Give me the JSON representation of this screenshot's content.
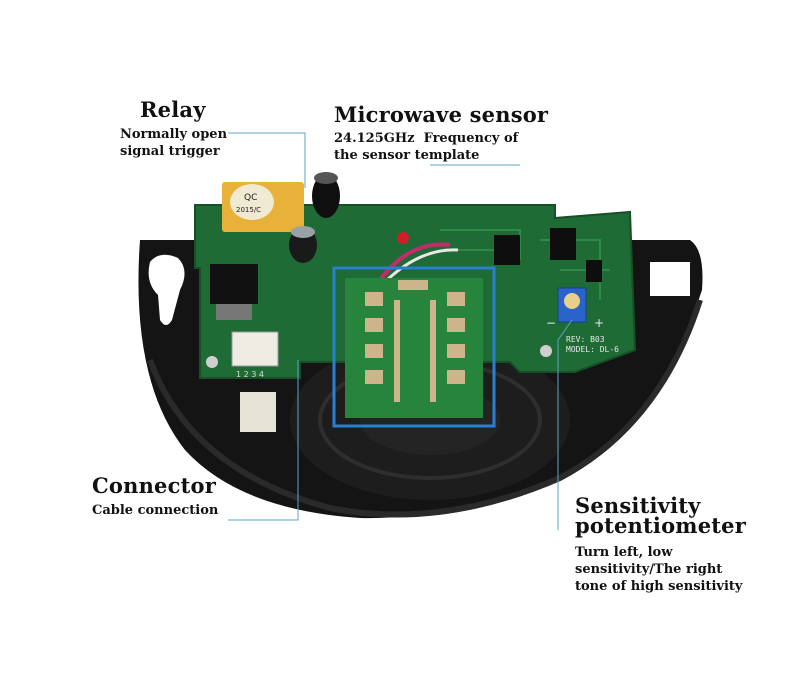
{
  "relay": {
    "title": "Relay",
    "line1": "Normally open",
    "line2": "signal trigger"
  },
  "microwave": {
    "title": "Microwave sensor",
    "line1": "24.125GHz  Frequency of",
    "line2": "the sensor template"
  },
  "connector": {
    "title": "Connector",
    "line1": "Cable connection"
  },
  "sensitivity": {
    "title_line1": "Sensitivity",
    "title_line2": "potentiometer",
    "line1": "Turn left, low",
    "line2": "sensitivity/The right",
    "line3": "tone of high sensitivity"
  },
  "board": {
    "relay_text1": "QC",
    "relay_text2": "2015/C",
    "rev": "REV: B03",
    "model": "MODEL: DL-6",
    "pins": "1 2 3 4",
    "pot_minus": "−",
    "pot_plus": "+"
  },
  "colors": {
    "callout": "#5aa6c8",
    "highlight_box": "#2a7fd0",
    "pcb": "#1f6b35",
    "housing": "#141414",
    "antenna": "#cdb48a",
    "relay": "#e8b23a",
    "pot": "#2a63c9"
  }
}
